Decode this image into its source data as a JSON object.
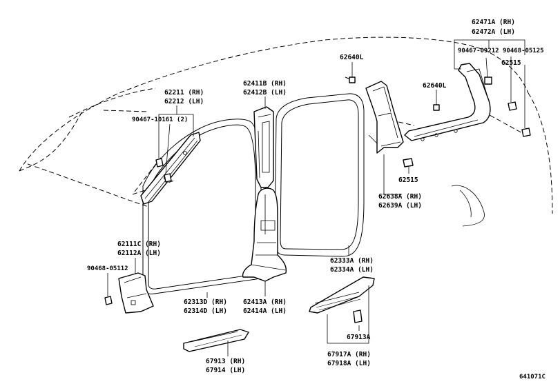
{
  "labels": {
    "p62471": "62471A (RH)",
    "p62472": "62472A (LH)",
    "p90467_09212": "90467-09212",
    "p90468_05125": "90468-05125",
    "p62515_top": "62515",
    "p62640_a": "62640L",
    "p62640_b": "62640L",
    "p62411": "62411B (RH)",
    "p62412": "62412B (LH)",
    "p62211": "62211 (RH)",
    "p62212": "62212 (LH)",
    "p90467_10161": "90467-10161 (2)",
    "p62515_mid": "62515",
    "p62638": "62638A (RH)",
    "p62639": "62639A (LH)",
    "p62111": "62111C (RH)",
    "p62112": "62112A (LH)",
    "p90468_05112": "90468-05112",
    "p62333": "62333A (RH)",
    "p62334": "62334A (LH)",
    "p62313": "62313D (RH)",
    "p62314": "62314D (LH)",
    "p62413": "62413A (RH)",
    "p62414": "62414A (LH)",
    "p67913_a": "67913A",
    "p67913": "67913 (RH)",
    "p67914": "67914 (LH)",
    "p67917": "67917A (RH)",
    "p67918": "67918A (LH)",
    "diagram_code": "641071C"
  }
}
